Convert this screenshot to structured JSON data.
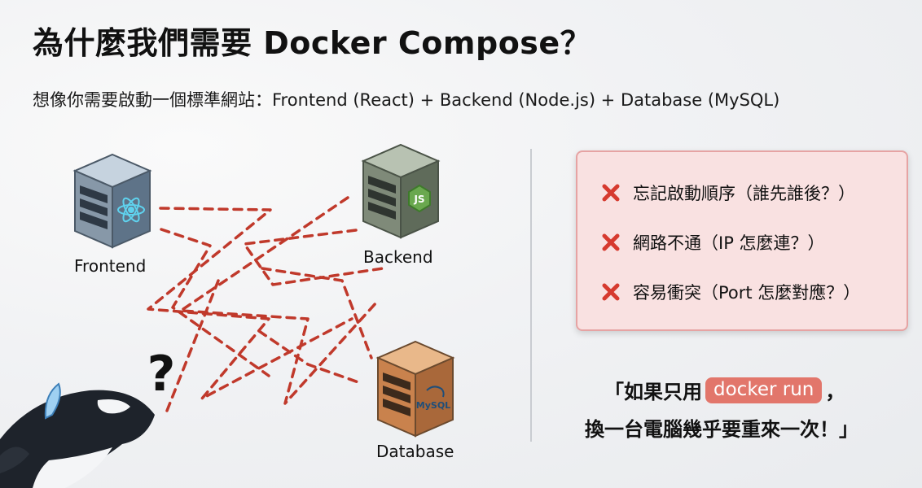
{
  "slide": {
    "title": "為什麼我們需要 Docker Compose？",
    "subtitle": "想像你需要啟動一個標準網站：Frontend (React) + Backend (Node.js) + Database (MySQL)"
  },
  "diagram": {
    "frontend": {
      "label": "Frontend",
      "icon": "react-icon"
    },
    "backend": {
      "label": "Backend",
      "icon": "nodejs-icon",
      "badge": "JS"
    },
    "database": {
      "label": "Database",
      "icon": "mysql-icon",
      "badge": "MySQL"
    },
    "question_mark": "?",
    "connection_color": "#c0392b"
  },
  "problems": [
    {
      "icon": "cross-mark-icon",
      "text": "忘記啟動順序（誰先誰後？）"
    },
    {
      "icon": "cross-mark-icon",
      "text": "網路不通（IP 怎麼連？）"
    },
    {
      "icon": "cross-mark-icon",
      "text": "容易衝突（Port 怎麼對應？）"
    }
  ],
  "quote": {
    "line1_prefix": "「如果只用",
    "command": "docker run",
    "line1_suffix": "，",
    "line2": "換一台電腦幾乎要重來一次！」"
  },
  "colors": {
    "cross": "#d63a2f",
    "box_bg": "#f9e1e1",
    "box_border": "#e6a3a3",
    "badge": "#e2766b"
  }
}
